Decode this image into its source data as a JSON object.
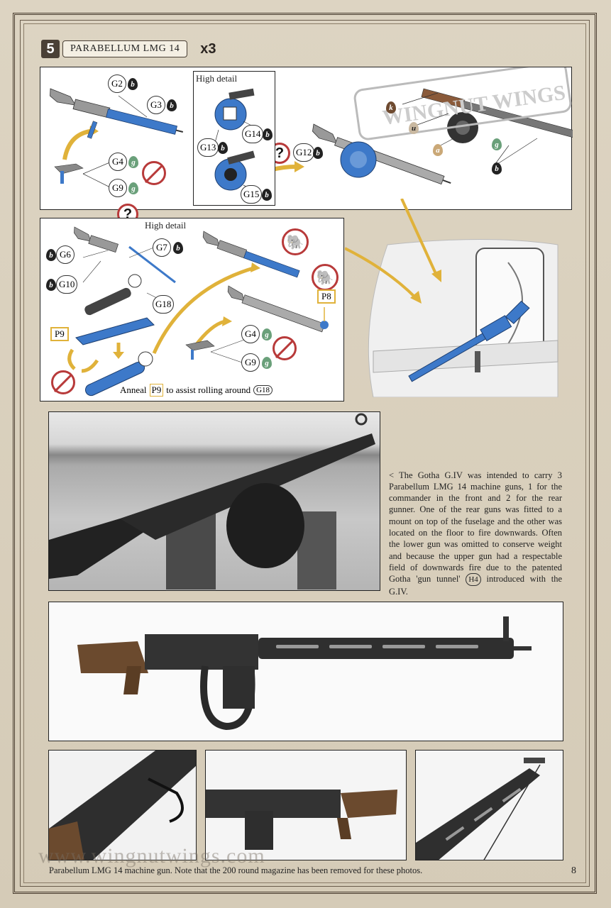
{
  "step": {
    "number": "5",
    "title": "PARABELLUM LMG 14",
    "quantity": "x3"
  },
  "panel1": {
    "callouts": {
      "g2": "G2",
      "g3": "G3",
      "g4": "G4",
      "g9": "G9",
      "g12": "G12"
    },
    "paint": {
      "b": "b",
      "g": "g"
    },
    "question": "?"
  },
  "highdetail1": {
    "title": "High detail",
    "callouts": {
      "g13": "G13",
      "g14": "G14",
      "g15": "G15"
    }
  },
  "panel1_final": {
    "paint": {
      "k": "k",
      "u": "u",
      "a": "a",
      "g": "g",
      "b": "b"
    },
    "watermark_text": "WINGNUT WINGS"
  },
  "question_mid": "?",
  "panel2": {
    "title": "High detail",
    "callouts": {
      "g6": "G6",
      "g7": "G7",
      "g10": "G10",
      "g18": "G18",
      "g4": "G4",
      "g9": "G9"
    },
    "ptags": {
      "p9": "P9",
      "p8": "P8"
    },
    "anneal": {
      "prefix": "Anneal",
      "part": "P9",
      "middle": "to assist rolling around",
      "target": "G18"
    }
  },
  "body_text": "< The Gotha G.IV was intended to carry 3 Parabellum LMG 14 machine guns, 1 for the commander in the front and 2 for the rear gunner. One of the rear guns was fitted to a mount on top of the fuselage and the other was located on the floor to fire downwards. Often the lower gun was omitted to conserve weight and because the upper gun had a respectable field of downwards fire due to the patented Gotha 'gun tunnel'",
  "body_text_ref": "H4",
  "body_text_end": "introduced with the G.IV.",
  "watermark": "www.wingnutwings.com",
  "caption": "Parabellum LMG 14 machine gun. Note that the 200 round magazine has been removed for these photos.",
  "page_number": "8",
  "colors": {
    "part_blue": "#3d79c9",
    "arrow_gold": "#e0b23a",
    "prohibit_red": "#b83a3a"
  }
}
